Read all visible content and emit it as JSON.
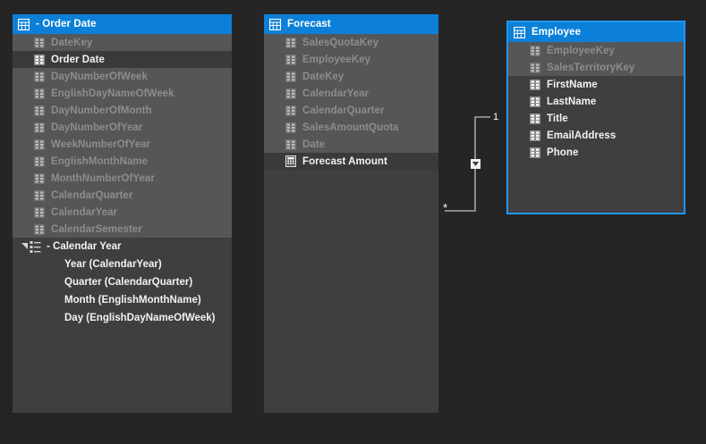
{
  "app": {
    "view_name": "model-diagram-view",
    "canvas_background": "#252526",
    "accent_color": "#0c80d8",
    "selection_color": "#2196f3",
    "hidden_field_color": "#8d8d8d",
    "visible_field_color": "#f2f2f2"
  },
  "tables": [
    {
      "name": "order-date-table",
      "title": "- Order Date",
      "icon": "table-icon",
      "selected": false,
      "fields": [
        {
          "label": "DateKey",
          "icon": "column-icon",
          "state": "hidden"
        },
        {
          "label": "Order Date",
          "icon": "column-icon",
          "state": "highlight"
        },
        {
          "label": "DayNumberOfWeek",
          "icon": "column-icon",
          "state": "hidden"
        },
        {
          "label": "EnglishDayNameOfWeek",
          "icon": "column-icon",
          "state": "hidden"
        },
        {
          "label": "DayNumberOfMonth",
          "icon": "column-icon",
          "state": "hidden"
        },
        {
          "label": "DayNumberOfYear",
          "icon": "column-icon",
          "state": "hidden"
        },
        {
          "label": "WeekNumberOfYear",
          "icon": "column-icon",
          "state": "hidden"
        },
        {
          "label": "EnglishMonthName",
          "icon": "column-icon",
          "state": "hidden"
        },
        {
          "label": "MonthNumberOfYear",
          "icon": "column-icon",
          "state": "hidden"
        },
        {
          "label": "CalendarQuarter",
          "icon": "column-icon",
          "state": "hidden"
        },
        {
          "label": "CalendarYear",
          "icon": "column-icon",
          "state": "hidden"
        },
        {
          "label": "CalendarSemester",
          "icon": "column-icon",
          "state": "hidden"
        }
      ],
      "hierarchy": {
        "label": "- Calendar Year",
        "icon": "hierarchy-icon",
        "expander": "expander-expanded-icon",
        "expanded": true,
        "levels": [
          {
            "label": "Year (CalendarYear)"
          },
          {
            "label": "Quarter (CalendarQuarter)"
          },
          {
            "label": "Month (EnglishMonthName)"
          },
          {
            "label": "Day (EnglishDayNameOfWeek)"
          }
        ]
      }
    },
    {
      "name": "forecast-table",
      "title": "Forecast",
      "icon": "table-icon",
      "selected": false,
      "fields": [
        {
          "label": "SalesQuotaKey",
          "icon": "column-icon",
          "state": "hidden"
        },
        {
          "label": "EmployeeKey",
          "icon": "column-icon",
          "state": "hidden"
        },
        {
          "label": "DateKey",
          "icon": "column-icon",
          "state": "hidden"
        },
        {
          "label": "CalendarYear",
          "icon": "column-icon",
          "state": "hidden"
        },
        {
          "label": "CalendarQuarter",
          "icon": "column-icon",
          "state": "hidden"
        },
        {
          "label": "SalesAmountQuota",
          "icon": "column-icon",
          "state": "hidden"
        },
        {
          "label": "Date",
          "icon": "column-icon",
          "state": "hidden"
        },
        {
          "label": "Forecast Amount",
          "icon": "measure-icon",
          "state": "highlight"
        }
      ],
      "hierarchy": null
    },
    {
      "name": "employee-table",
      "title": "Employee",
      "icon": "table-icon",
      "selected": true,
      "fields": [
        {
          "label": "EmployeeKey",
          "icon": "column-icon",
          "state": "hidden"
        },
        {
          "label": "SalesTerritoryKey",
          "icon": "column-icon",
          "state": "hidden"
        },
        {
          "label": "FirstName",
          "icon": "column-icon",
          "state": "visible"
        },
        {
          "label": "LastName",
          "icon": "column-icon",
          "state": "visible"
        },
        {
          "label": "Title",
          "icon": "column-icon",
          "state": "visible"
        },
        {
          "label": "EmailAddress",
          "icon": "column-icon",
          "state": "visible"
        },
        {
          "label": "Phone",
          "icon": "column-icon",
          "state": "visible"
        }
      ],
      "hierarchy": null
    }
  ],
  "relationship": {
    "name": "forecast-employee-relationship",
    "many_label": "*",
    "one_label": "1",
    "cross_filter_icon": "filter-direction-arrow-icon",
    "line_color": "#a6a6a6"
  }
}
